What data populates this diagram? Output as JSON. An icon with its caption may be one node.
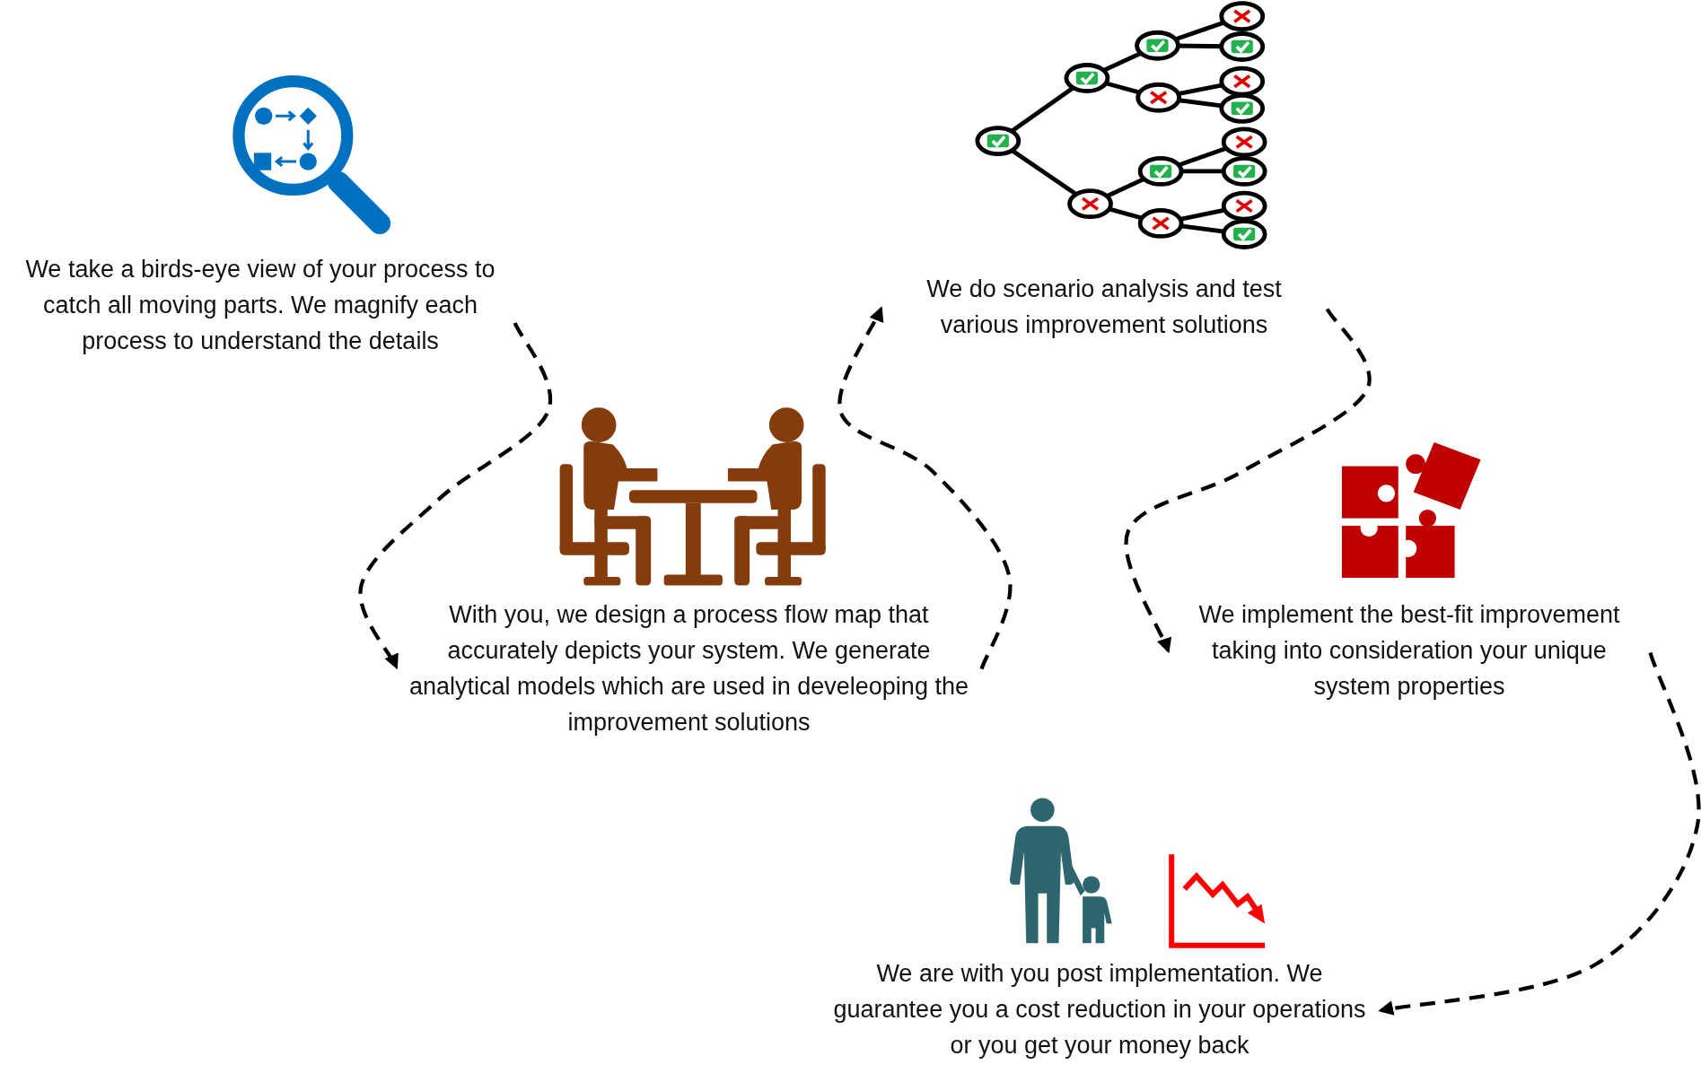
{
  "diagram": {
    "nodes": [
      {
        "text": [
          "We take a birds-eye view of your process to catch all moving parts. We magnify each process to understand the details"
        ]
      },
      {
        "text": [
          "With you, we design a process flow map that accurately depicts your system. We generate analytical models which are used in develeoping the improvement solutions"
        ]
      },
      {
        "text": [
          "We do scenario analysis and test various improvement solutions"
        ]
      },
      {
        "text": [
          "We implement the best-fit improvement taking into consideration your unique system properties"
        ]
      },
      {
        "text": [
          "We are with you post implementation. We guarantee you a cost reduction in your operations or you get your money back"
        ]
      }
    ],
    "edges": [
      {
        "from": 0,
        "to": 1,
        "arrow": "to",
        "style": "dashed"
      },
      {
        "from": 1,
        "to": 2,
        "arrow": "to",
        "style": "dashed"
      },
      {
        "from": 2,
        "to": 3,
        "arrow": "to",
        "style": "dashed"
      },
      {
        "from": 3,
        "to": 4,
        "arrow": "to",
        "style": "dashed"
      }
    ]
  }
}
